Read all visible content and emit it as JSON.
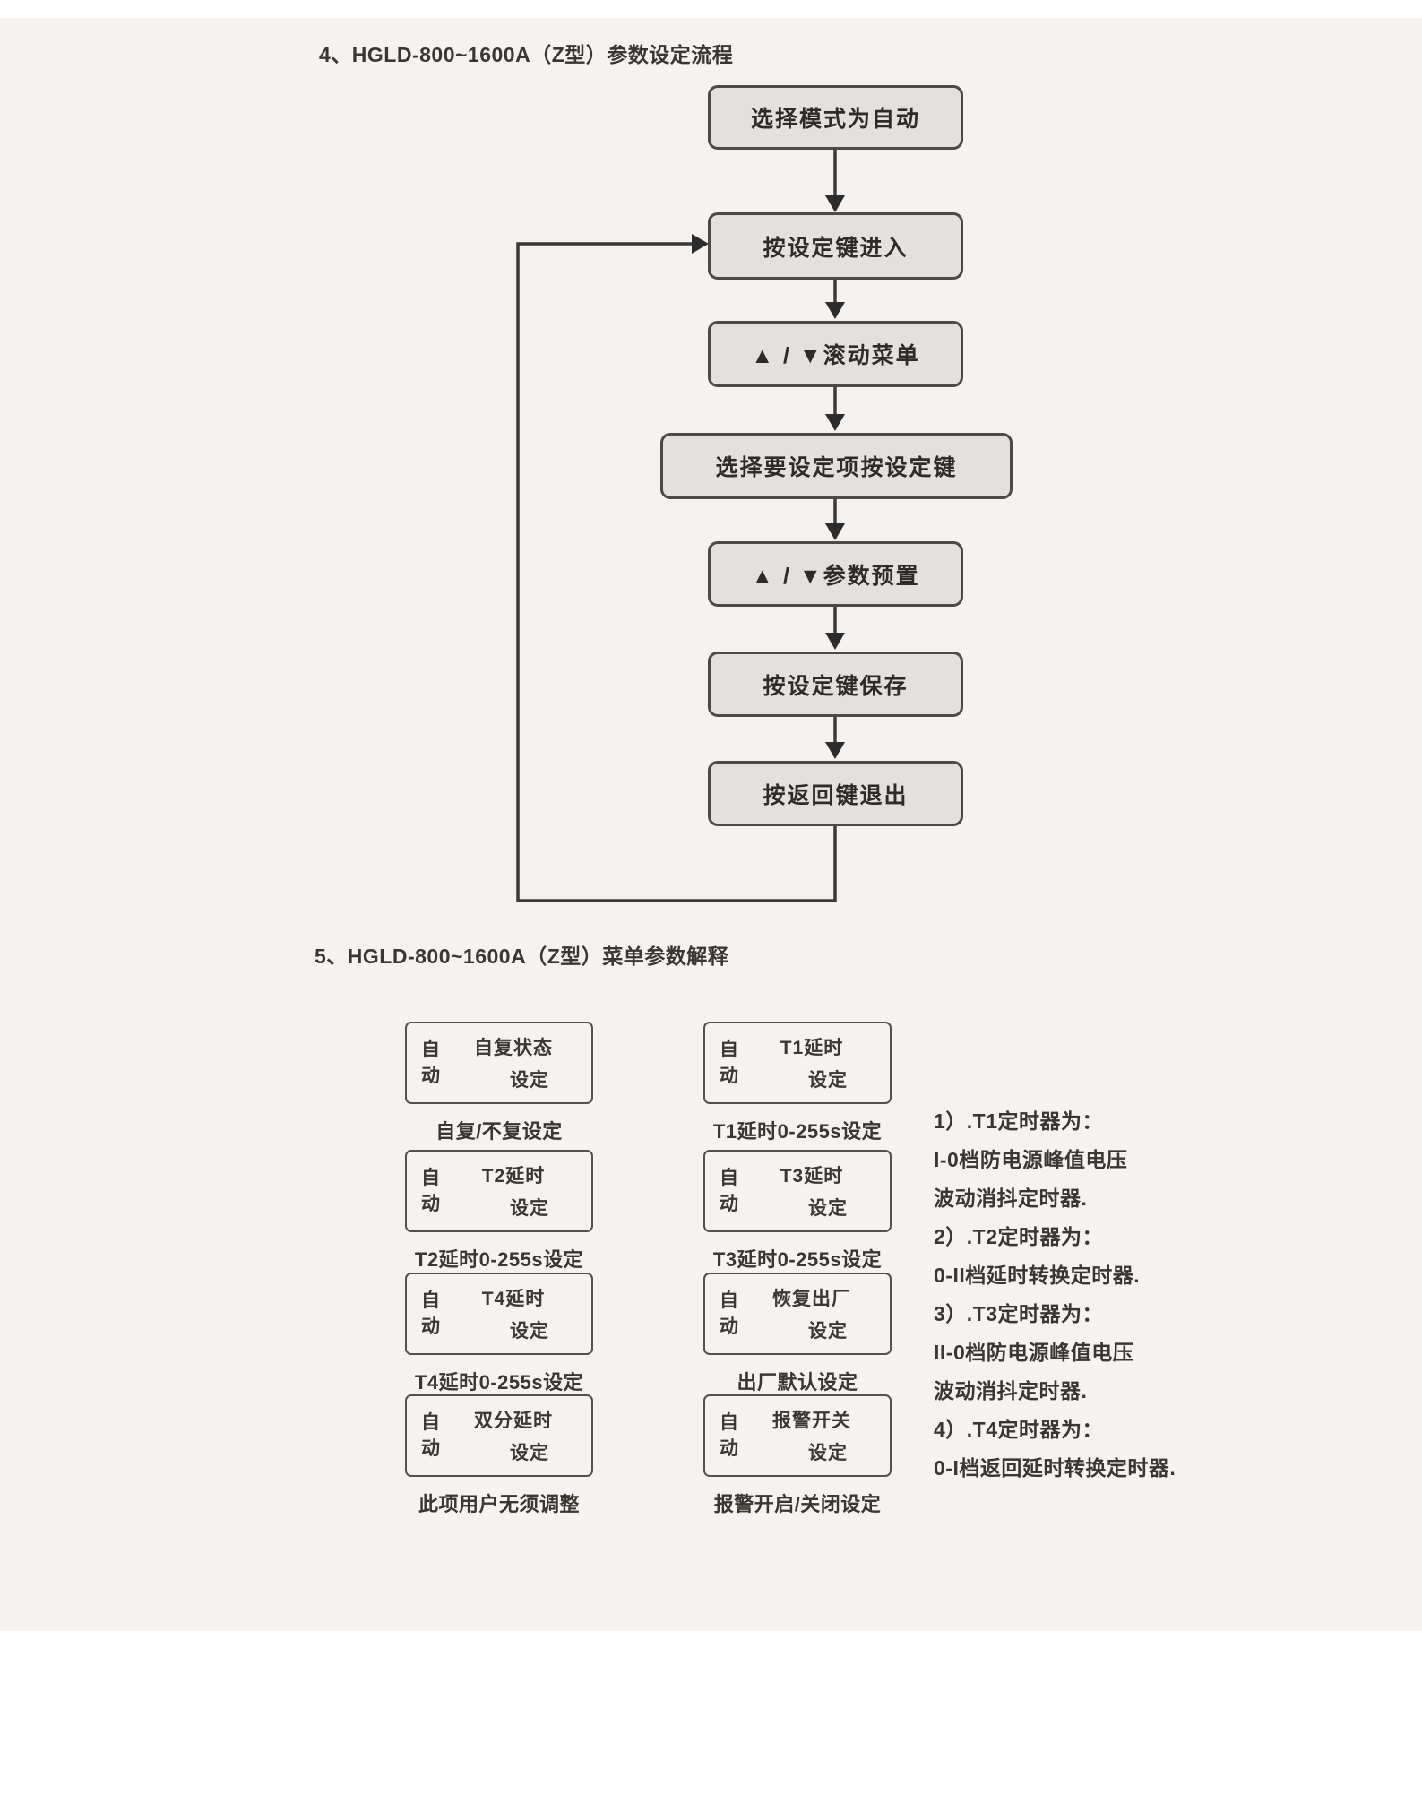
{
  "colors": {
    "page_bg": "#f6f2ef",
    "flow_box_fill": "#e3e1de",
    "flow_box_border": "#4c4946",
    "line_color": "#3a3a3a",
    "text": "#3b3733"
  },
  "s4": {
    "title": "4、HGLD-800~1600A（Z型）参数设定流程",
    "flow_steps": [
      {
        "label": "选择模式为自动"
      },
      {
        "label": "按设定键进入"
      },
      {
        "label": "▲ / ▼滚动菜单"
      },
      {
        "label": "选择要设定项按设定键"
      },
      {
        "label": "▲ / ▼参数预置"
      },
      {
        "label": "按设定键保存"
      },
      {
        "label": "按返回键退出"
      }
    ]
  },
  "s5": {
    "title": "5、HGLD-800~1600A（Z型）菜单参数解释",
    "lcd_items": [
      {
        "mode": "自动",
        "name": "自复状态",
        "sub": "设定",
        "caption": "自复/不复设定"
      },
      {
        "mode": "自动",
        "name": "T1延时",
        "sub": "设定",
        "caption": "T1延时0-255s设定"
      },
      {
        "mode": "自动",
        "name": "T2延时",
        "sub": "设定",
        "caption": "T2延时0-255s设定"
      },
      {
        "mode": "自动",
        "name": "T3延时",
        "sub": "设定",
        "caption": "T3延时0-255s设定"
      },
      {
        "mode": "自动",
        "name": "T4延时",
        "sub": "设定",
        "caption": "T4延时0-255s设定"
      },
      {
        "mode": "自动",
        "name": "恢复出厂",
        "sub": "设定",
        "caption": "出厂默认设定"
      },
      {
        "mode": "自动",
        "name": "双分延时",
        "sub": "设定",
        "caption": "此项用户无须调整"
      },
      {
        "mode": "自动",
        "name": "报警开关",
        "sub": "设定",
        "caption": "报警开启/关闭设定"
      }
    ],
    "notes": [
      "1）.T1定时器为：",
      "I-0档防电源峰值电压",
      "波动消抖定时器.",
      "2）.T2定时器为：",
      "0-II档延时转换定时器.",
      "3）.T3定时器为：",
      "II-0档防电源峰值电压",
      "波动消抖定时器.",
      "4）.T4定时器为：",
      "0-I档返回延时转换定时器."
    ]
  }
}
